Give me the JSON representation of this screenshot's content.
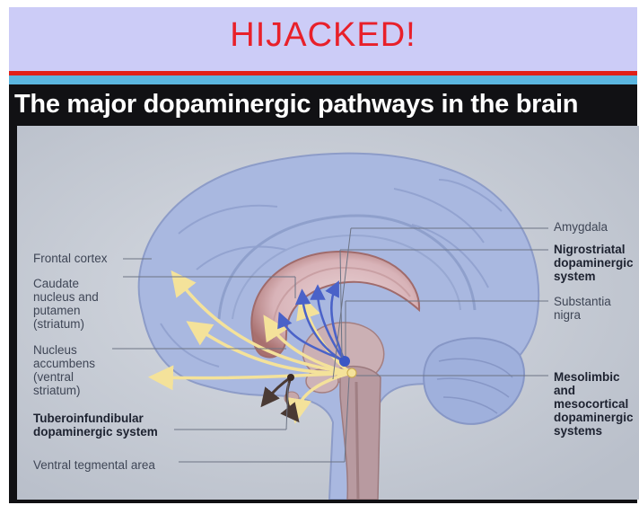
{
  "headline": "HIJACKED!",
  "slide_title": "The major dopaminergic pathways in the brain",
  "labels_left": {
    "frontal_cortex": "Frontal cortex",
    "caudate": "Caudate\nnucleus and\nputamen\n(striatum)",
    "nucleus_accumbens": "Nucleus\naccumbens\n(ventral\nstriatum)",
    "tuberoinfundibular": "Tuberoinfundibular\ndopaminergic system",
    "ventral_tegmental": "Ventral tegmental area"
  },
  "labels_right": {
    "amygdala": "Amygdala",
    "nigrostriatal": "Nigrostriatal\ndopaminergic\nsystem",
    "substantia_nigra": "Substantia\nnigra",
    "mesolimbic": "Mesolimbic\nand\nmesocortical\ndopaminergic\nsystems"
  },
  "colors": {
    "headline": "#e8202a",
    "header_bg": "#ccccf7",
    "brain": "#a9b8e0",
    "pathway_mesolimbic": "#f4e29a",
    "pathway_nigrostriatal": "#4a62c8",
    "pathway_tubero": "#4a3a34"
  }
}
